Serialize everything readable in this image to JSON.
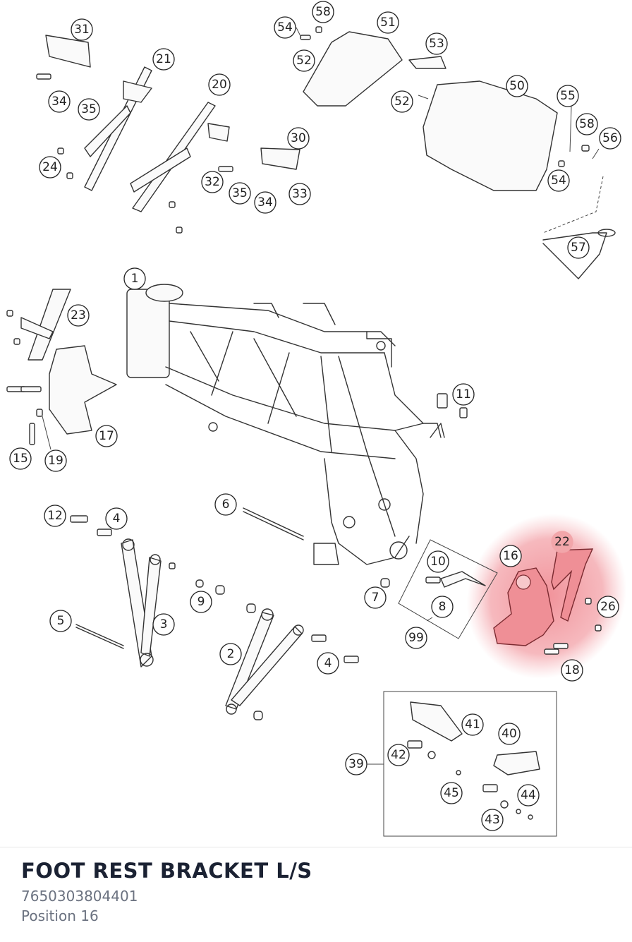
{
  "part": {
    "title": "FOOT REST BRACKET L/S",
    "number": "7650303804401",
    "position": "Position 16"
  },
  "highlight_color": "#f2a6aa",
  "callouts": [
    "1",
    "2",
    "3",
    "4",
    "4",
    "5",
    "6",
    "7",
    "8",
    "9",
    "10",
    "11",
    "12",
    "15",
    "16",
    "17",
    "18",
    "19",
    "20",
    "21",
    "22",
    "23",
    "24",
    "26",
    "30",
    "31",
    "32",
    "33",
    "34",
    "34",
    "35",
    "35",
    "39",
    "40",
    "41",
    "42",
    "43",
    "44",
    "45",
    "50",
    "51",
    "52",
    "52",
    "53",
    "54",
    "54",
    "55",
    "56",
    "57",
    "58",
    "58",
    "99"
  ],
  "highlighted_callouts": [
    "16",
    "22"
  ]
}
